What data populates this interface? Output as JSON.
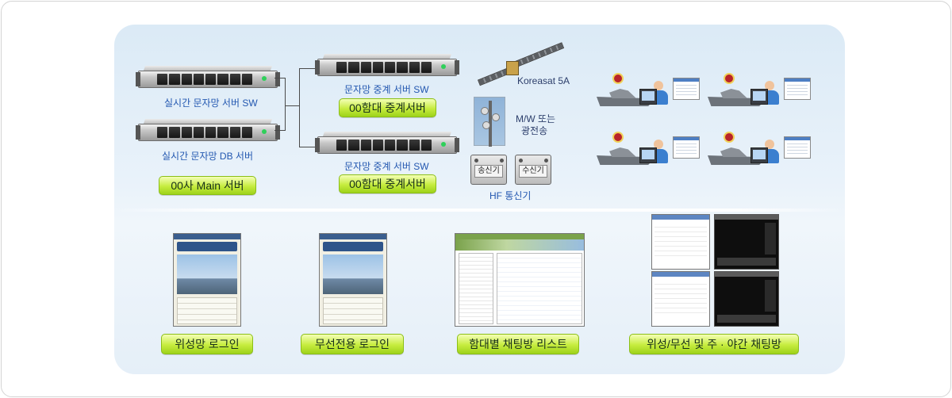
{
  "servers": {
    "realtime_sw_label": "실시간 문자망 서버 SW",
    "realtime_db_label": "실시간 문자망 DB 서버",
    "main_server_pill": "00사 Main 서버",
    "relay_sw_label_1": "문자망 중계 서버 SW",
    "relay_pill_1": "00함대 중계서버",
    "relay_sw_label_2": "문자망 중계 서버 SW",
    "relay_pill_2": "00함대 중계서버"
  },
  "links": {
    "satellite_label": "Koreasat 5A",
    "mw_label_line1": "M/W 또는",
    "mw_label_line2": "광전송",
    "hf_label": "HF 통신기",
    "hf_send": "송신기",
    "hf_receive": "수신기"
  },
  "screens": [
    {
      "label": "위성망 로그인"
    },
    {
      "label": "무선전용 로그인"
    },
    {
      "label": "함대별 채팅방 리스트"
    },
    {
      "label": "위성/무선 및 주 · 야간 채팅방"
    }
  ],
  "colors": {
    "panel_bg": "#dbeaf6",
    "label_blue": "#2257b0",
    "pill_green": "#c6ec3e"
  }
}
